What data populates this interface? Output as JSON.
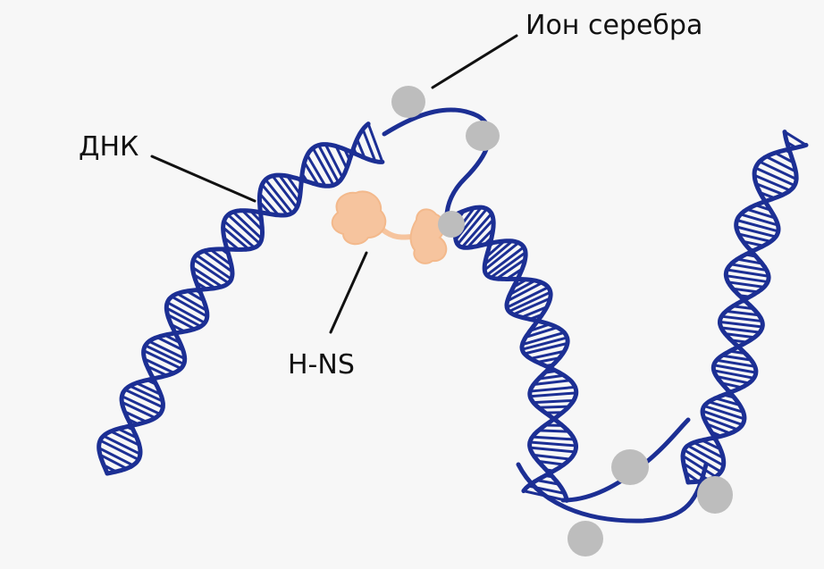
{
  "labels": {
    "silver_ion": "Ион серебра",
    "dna": "ДНК",
    "hns": "H-NS"
  },
  "colors": {
    "dna": "#1c2f94",
    "silver_ion": "#bdbdbd",
    "hns": "#f6c49e",
    "background": "#f7f7f7"
  }
}
